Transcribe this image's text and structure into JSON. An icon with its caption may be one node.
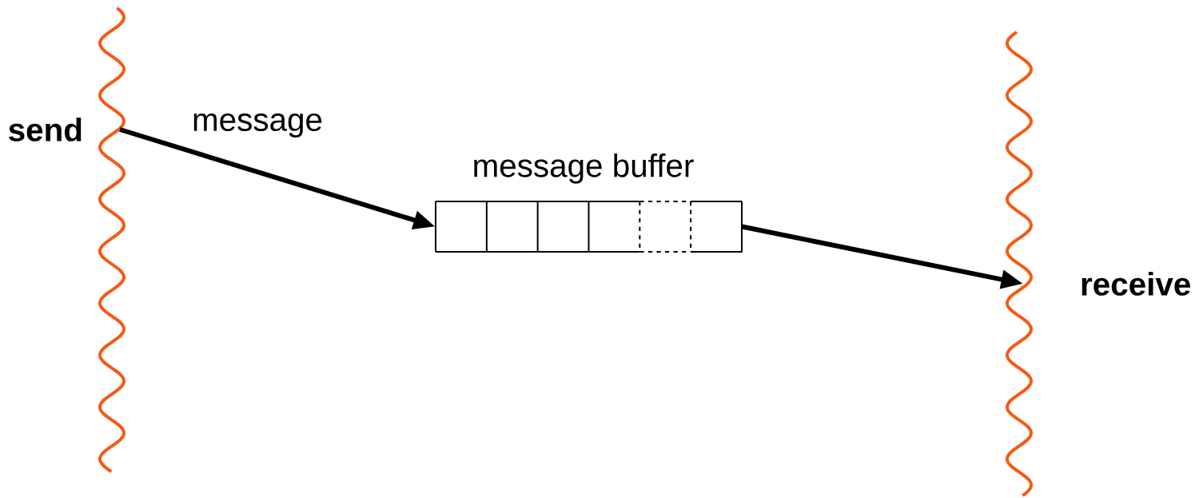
{
  "diagram": {
    "nodes": [
      {
        "text": [
          "send"
        ]
      },
      {
        "text": [
          "message buffer"
        ]
      },
      {
        "text": [
          "receive"
        ]
      }
    ],
    "edges": [
      {
        "from": 0,
        "to": 1,
        "arrow": "to",
        "label": "message"
      },
      {
        "from": 1,
        "to": 2,
        "arrow": "to"
      }
    ]
  }
}
